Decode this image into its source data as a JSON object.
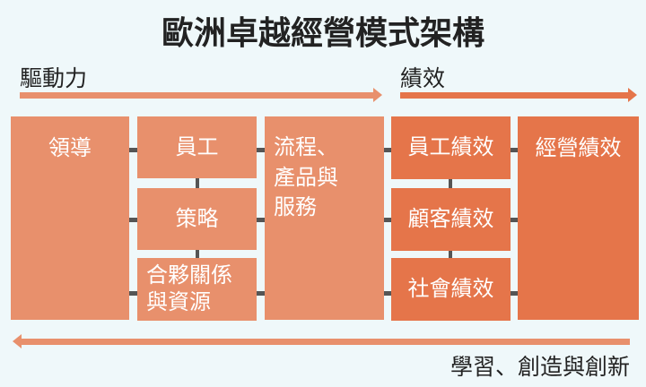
{
  "title": "歐洲卓越經營模式架構",
  "drivers_label": "驅動力",
  "results_label": "績效",
  "feedback_label": "學習、創造與創新",
  "boxes": {
    "leadership": "領導",
    "people": "員工",
    "strategy": "策略",
    "partnerships_1": "合夥關係",
    "partnerships_2": "與資源",
    "processes_1": "流程、",
    "processes_2": "產品與",
    "processes_3": "服務",
    "people_results": "員工績效",
    "customer_results": "顧客績效",
    "society_results": "社會績效",
    "business_results": "經營績效"
  },
  "colors": {
    "enabler": "#e8906c",
    "result": "#e5754a",
    "background": "#eff8fa",
    "connector": "#555555"
  }
}
